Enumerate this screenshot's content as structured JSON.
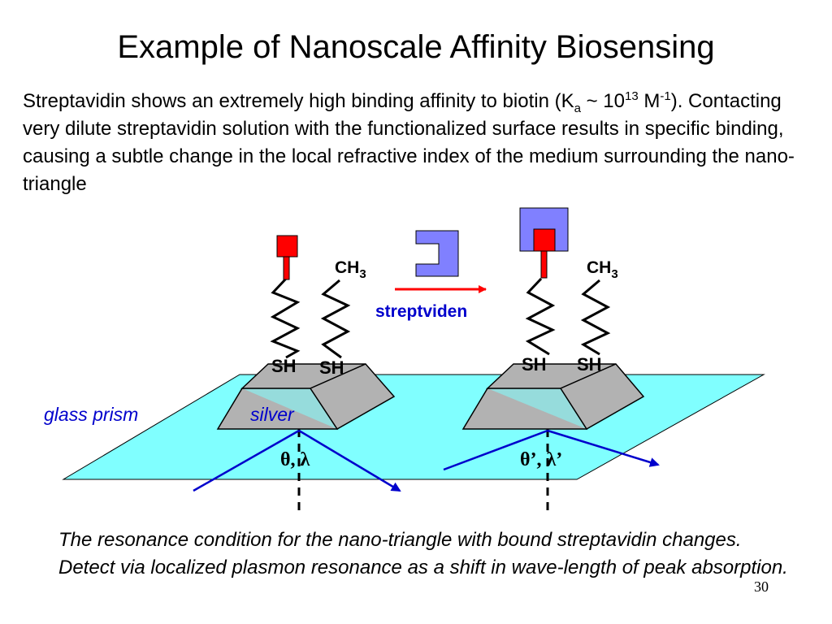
{
  "title": "Example of Nanoscale Affinity Biosensing",
  "paragraph": {
    "part1": "Streptavidin shows an extremely high binding affinity to biotin (K",
    "ka_sub": "a",
    "part2": " ~ 10",
    "exp13": "13",
    "part3": " M",
    "exp_neg1": "-1",
    "part4": "). Contacting very dilute streptavidin solution with the functionalized surface results in specific binding, causing a subtle change in the local refractive index of the medium surrounding the nano-triangle"
  },
  "diagram": {
    "left": {
      "ch3_main": "CH",
      "ch3_sub": "3",
      "sh1": "SH",
      "sh2": "SH",
      "angle_label": "θ, λ"
    },
    "right": {
      "ch3_main": "CH",
      "ch3_sub": "3",
      "sh1": "SH",
      "sh2": "SH",
      "angle_label": "θ’, λ’"
    },
    "arrow_label": "streptviden",
    "glass_label": "glass prism",
    "silver_label": "silver",
    "colors": {
      "prism": "#80ffff",
      "silver": "#b2b2b2",
      "biotin": "#ff0000",
      "streptavidin": "#8080ff",
      "beam": "#0000cc",
      "label_blue": "#0000cc"
    }
  },
  "caption": "The resonance condition for the nano-triangle with bound streptavidin changes.  Detect via localized plasmon resonance as a shift in wave-length of peak absorption.",
  "page_number": "30"
}
